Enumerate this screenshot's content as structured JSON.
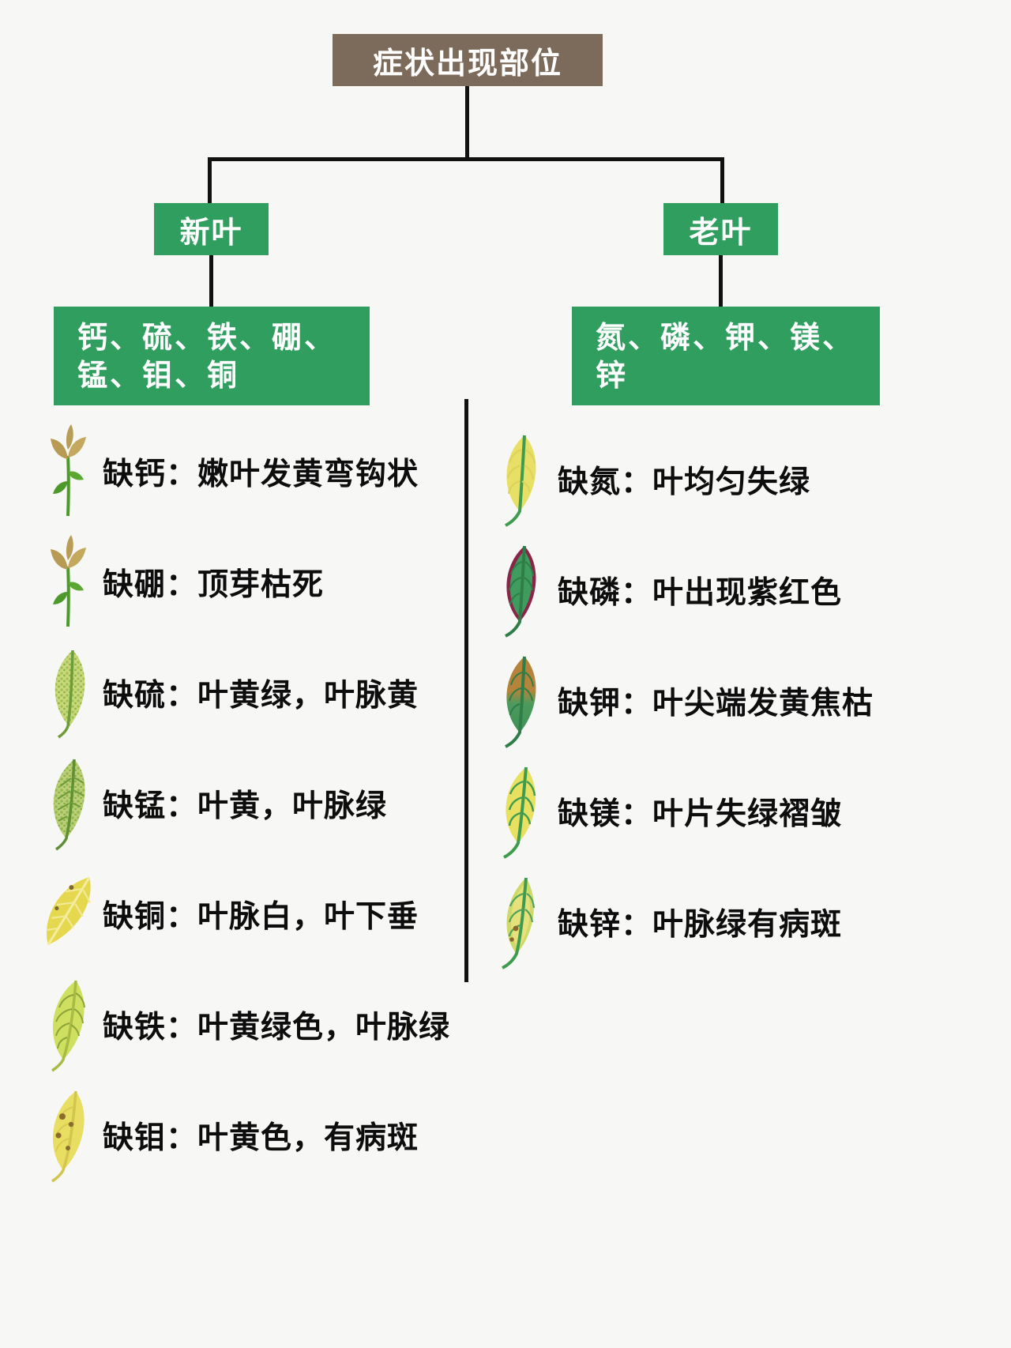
{
  "root": {
    "label": "症状出现部位",
    "color": "#7c6a5a"
  },
  "branches": {
    "new_leaf": {
      "label": "新叶"
    },
    "old_leaf": {
      "label": "老叶"
    }
  },
  "groups": {
    "new_leaf_nutrients": {
      "label": "钙、硫、铁、硼、锰、钼、铜"
    },
    "old_leaf_nutrients": {
      "label": "氮、磷、钾、镁、锌"
    }
  },
  "colors": {
    "green": "#2f9e5f",
    "brown": "#7c6a5a",
    "line": "#111111",
    "background": "#f7f7f5",
    "text": "#0d0d0d"
  },
  "left_column": [
    {
      "icon": "sprout-tan-icon",
      "label": "缺钙：嫩叶发黄弯钩状"
    },
    {
      "icon": "sprout-tan-icon",
      "label": "缺硼：顶芽枯死"
    },
    {
      "icon": "leaf-mottled-yellowgreen-icon",
      "label": "缺硫：叶黄绿，叶脉黄"
    },
    {
      "icon": "leaf-mottled-green-icon",
      "label": "缺锰：叶黄，叶脉绿"
    },
    {
      "icon": "leaf-yellow-drooping-icon",
      "label": "缺铜：叶脉白，叶下垂"
    },
    {
      "icon": "leaf-yellowgreen-icon",
      "label": "缺铁：叶黄绿色，叶脉绿"
    },
    {
      "icon": "leaf-yellow-spotted-icon",
      "label": "缺钼：叶黄色，有病斑"
    }
  ],
  "right_column": [
    {
      "icon": "leaf-yellow-icon",
      "label": "缺氮：叶均匀失绿"
    },
    {
      "icon": "leaf-purple-red-icon",
      "label": "缺磷：叶出现紫红色"
    },
    {
      "icon": "leaf-green-brown-tip-icon",
      "label": "缺钾：叶尖端发黄焦枯"
    },
    {
      "icon": "leaf-yellow-green-vein-icon",
      "label": "缺镁：叶片失绿褶皱"
    },
    {
      "icon": "leaf-green-spotted-icon",
      "label": "缺锌：叶脉绿有病斑"
    }
  ]
}
